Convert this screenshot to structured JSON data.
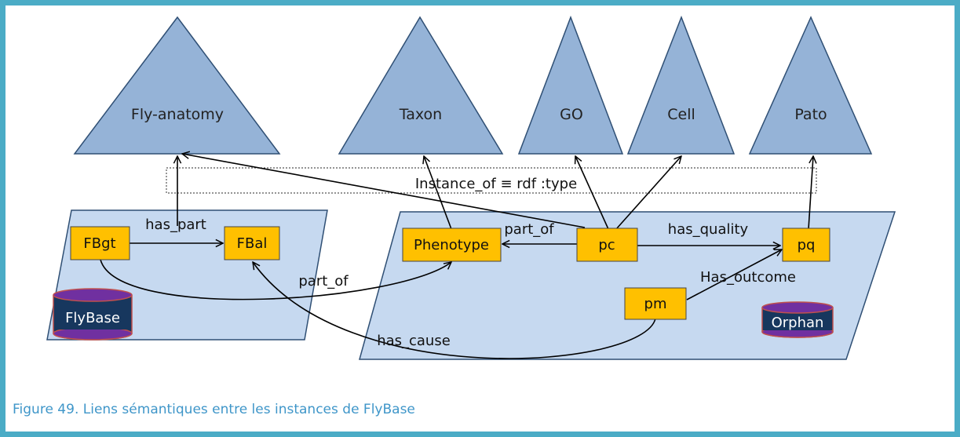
{
  "ontologies": {
    "fly_anatomy": "Fly-anatomy",
    "taxon": "Taxon",
    "go": "GO",
    "cell": "Cell",
    "pato": "Pato"
  },
  "relation_band_label": "Instance_of ≡ rdf :type",
  "instances": {
    "fbgt": "FBgt",
    "fbal": "FBal",
    "phenotype": "Phenotype",
    "pc": "pc",
    "pq": "pq",
    "pm": "pm"
  },
  "edges": {
    "has_part": "has_part",
    "part_of_phenotype": "part_of",
    "part_of_lower": "part_of",
    "has_quality": "has_quality",
    "has_outcome": "Has_outcome",
    "has_cause": "has_cause"
  },
  "databases": {
    "flybase": "FlyBase",
    "orphan": "Orphan"
  },
  "caption": "Figure 49. Liens sémantiques entre les instances de FlyBase",
  "colors": {
    "frame": "#4bacc6",
    "ontology_fill": "#95b3d7",
    "plane_fill": "#c6d9f0",
    "instance_fill": "#ffc000",
    "db_body": "#17375e",
    "db_top": "#7030a0",
    "db_outline": "#c0504d",
    "caption": "#3f96c9"
  }
}
